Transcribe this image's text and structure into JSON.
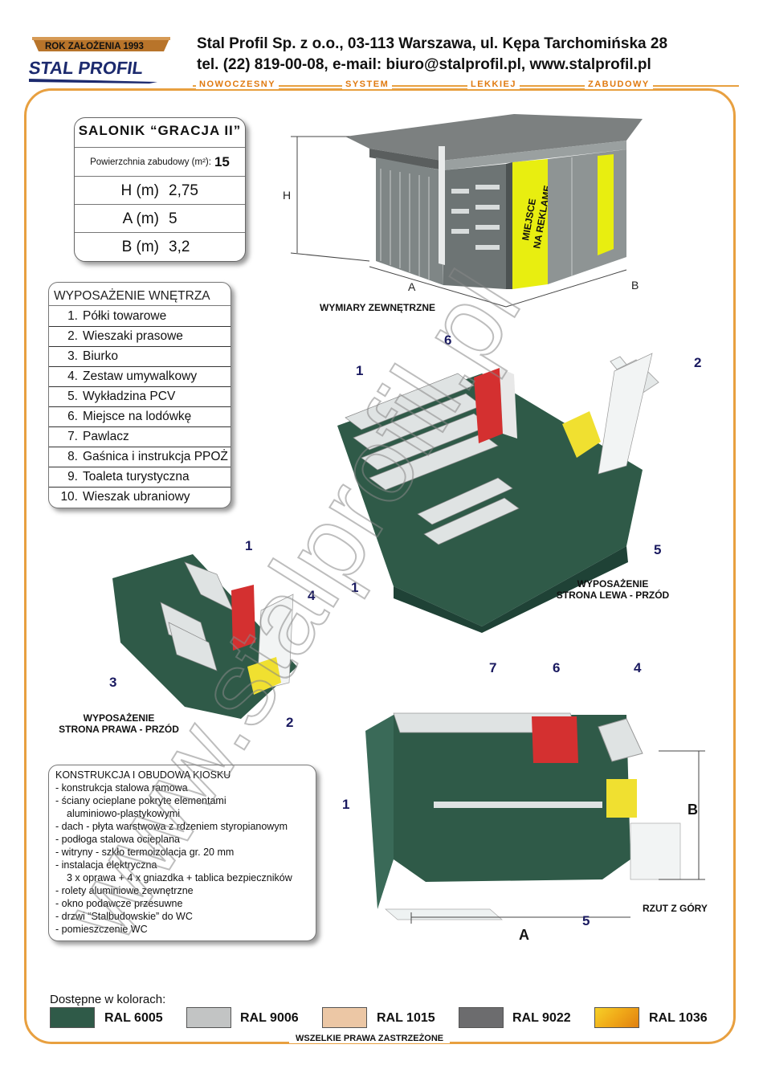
{
  "header": {
    "logo_year": "ROK ZAŁOŻENIA 1993",
    "logo_name": "STAL PROFIL",
    "company_line1": "Stal Profil Sp. z o.o., 03-113 Warszawa, ul. Kępa Tarchomińska 28",
    "company_line2": "tel. (22) 819-00-08,  e-mail: biuro@stalprofil.pl,  www.stalprofil.pl",
    "slogan": [
      "NOWOCZESNY",
      "SYSTEM",
      "LEKKIEJ",
      "ZABUDOWY"
    ]
  },
  "spec": {
    "title": "SALONIK “GRACJA II”",
    "area_label": "Powierzchnia zabudowy (m²):",
    "area_value": "15",
    "rows": [
      {
        "label": "H (m)",
        "value": "2,75"
      },
      {
        "label": "A (m)",
        "value": "5"
      },
      {
        "label": "B (m)",
        "value": "3,2"
      }
    ]
  },
  "equipment": {
    "title": "WYPOSAŻENIE WNĘTRZA",
    "items": [
      {
        "n": "1.",
        "label": "Półki towarowe"
      },
      {
        "n": "2.",
        "label": "Wieszaki prasowe"
      },
      {
        "n": "3.",
        "label": "Biurko"
      },
      {
        "n": "4.",
        "label": "Zestaw umywalkowy"
      },
      {
        "n": "5.",
        "label": "Wykładzina PCV"
      },
      {
        "n": "6.",
        "label": "Miejsce na lodówkę"
      },
      {
        "n": "7.",
        "label": "Pawlacz"
      },
      {
        "n": "8.",
        "label": "Gaśnica i instrukcja PPOŻ"
      },
      {
        "n": "9.",
        "label": "Toaleta turystyczna"
      },
      {
        "n": "10.",
        "label": "Wieszak ubraniowy"
      }
    ]
  },
  "kiosk": {
    "ad_text_1": "MIEJSCE",
    "ad_text_2": "NA REKLAMĘ",
    "dim_h": "H",
    "dim_a": "A",
    "dim_b": "B",
    "caption": "WYMIARY ZEWNĘTRZNE"
  },
  "views": {
    "left_front": {
      "line1": "WYPOSAŻENIE",
      "line2": "STRONA LEWA - PRZÓD"
    },
    "right_front": {
      "line1": "WYPOSAŻENIE",
      "line2": "STRONA PRAWA - PRZÓD"
    },
    "top": {
      "caption": "RZUT Z GÓRY",
      "dim_a": "A",
      "dim_b": "B"
    }
  },
  "callouts": {
    "lf": [
      "6",
      "1",
      "2",
      "1",
      "5"
    ],
    "rf": [
      "1",
      "4",
      "3",
      "2"
    ],
    "top": [
      "7",
      "6",
      "4",
      "1",
      "5"
    ]
  },
  "construction": {
    "title": "KONSTRUKCJA I OBUDOWA KIOSKU",
    "items": [
      "- konstrukcja stalowa ramowa",
      "- ściany ocieplane pokryte elementami",
      "   aluminiowo-plastykowymi",
      "- dach - płyta warstwowa z rdzeniem styropianowym",
      "- podłoga stalowa ocieplana",
      "- witryny - szkło termoizolacja gr. 20 mm",
      "- instalacja elektryczna",
      "   3 x oprawa + 4 x gniazdka + tablica bezpieczników",
      "- rolety aluminiowe zewnętrzne",
      "- okno podawcze przesuwne",
      "- drzwi “Stalbudowskie” do WC",
      "- pomieszczenie WC"
    ]
  },
  "colors": {
    "title": "Dostępne w kolorach:",
    "items": [
      {
        "label": "RAL 6005",
        "hex": "#2f5a48"
      },
      {
        "label": "RAL 9006",
        "hex": "#c2c4c4"
      },
      {
        "label": "RAL 1015",
        "hex": "#ecc7a5"
      },
      {
        "label": "RAL 9022",
        "hex": "#6c6c6e"
      },
      {
        "label": "RAL 1036",
        "hex": "#f0a818"
      }
    ]
  },
  "watermark": "www.stalprofil.pl",
  "footer": "WSZELKIE PRAWA ZASTRZEŻONE"
}
